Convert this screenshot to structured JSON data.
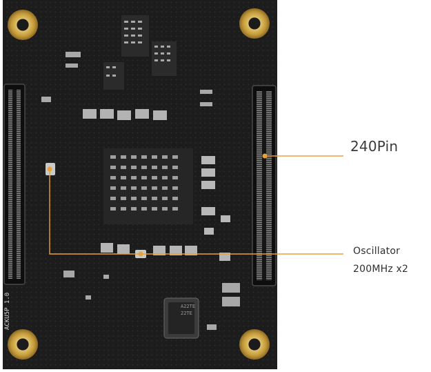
{
  "figure": {
    "description_labels": {
      "pin_label": "240Pin",
      "oscillator_label": "Oscillator",
      "oscillator_spec": "200MHz x2"
    },
    "board": {
      "silkscreen_version": "ACKU5P 1.0",
      "chip_marking_line1": "A22TE",
      "chip_marking_line2": "22TE"
    },
    "colors": {
      "pcb": "#1b1b1b",
      "pad_gold": "#c9a74a",
      "component": "#a5a5a5",
      "callout_line": "#e8a23a",
      "label_text": "#333333"
    }
  }
}
